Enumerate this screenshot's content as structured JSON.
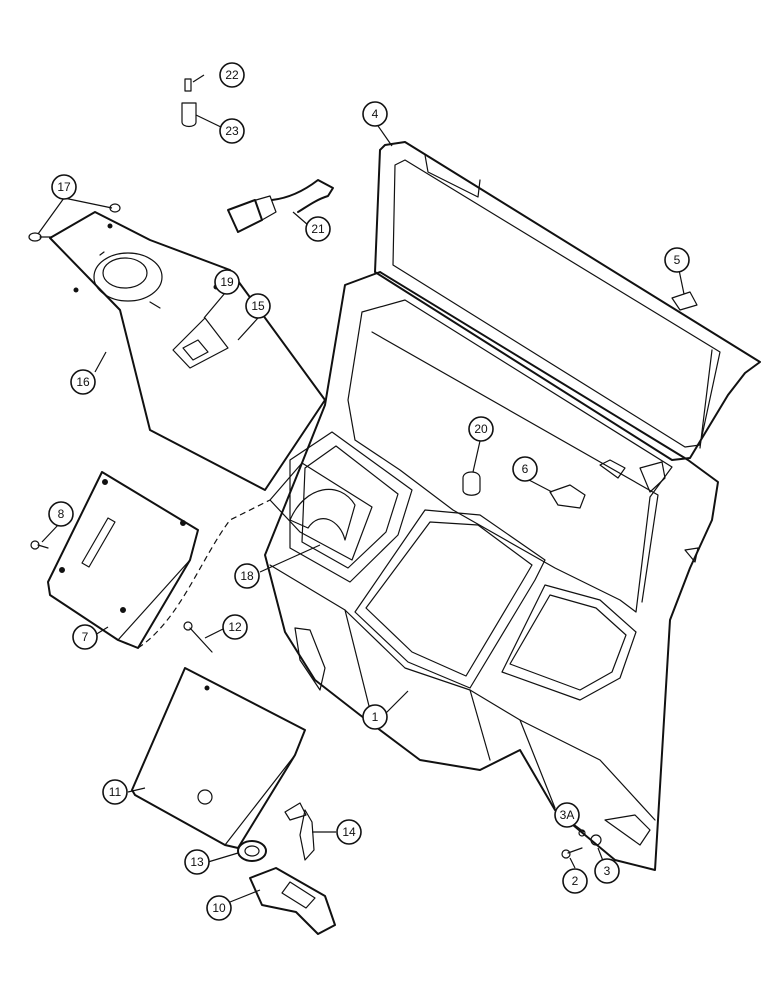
{
  "callouts": [
    {
      "label": "1"
    },
    {
      "label": "2"
    },
    {
      "label": "3"
    },
    {
      "label": "3A"
    },
    {
      "label": "4"
    },
    {
      "label": "5"
    },
    {
      "label": "6"
    },
    {
      "label": "7"
    },
    {
      "label": "8"
    },
    {
      "label": "10"
    },
    {
      "label": "11"
    },
    {
      "label": "12"
    },
    {
      "label": "13"
    },
    {
      "label": "14"
    },
    {
      "label": "15"
    },
    {
      "label": "16"
    },
    {
      "label": "17"
    },
    {
      "label": "18"
    },
    {
      "label": "19"
    },
    {
      "label": "20"
    },
    {
      "label": "21"
    },
    {
      "label": "22"
    },
    {
      "label": "23"
    }
  ],
  "colors": {
    "line": "#111111",
    "background": "#ffffff"
  }
}
